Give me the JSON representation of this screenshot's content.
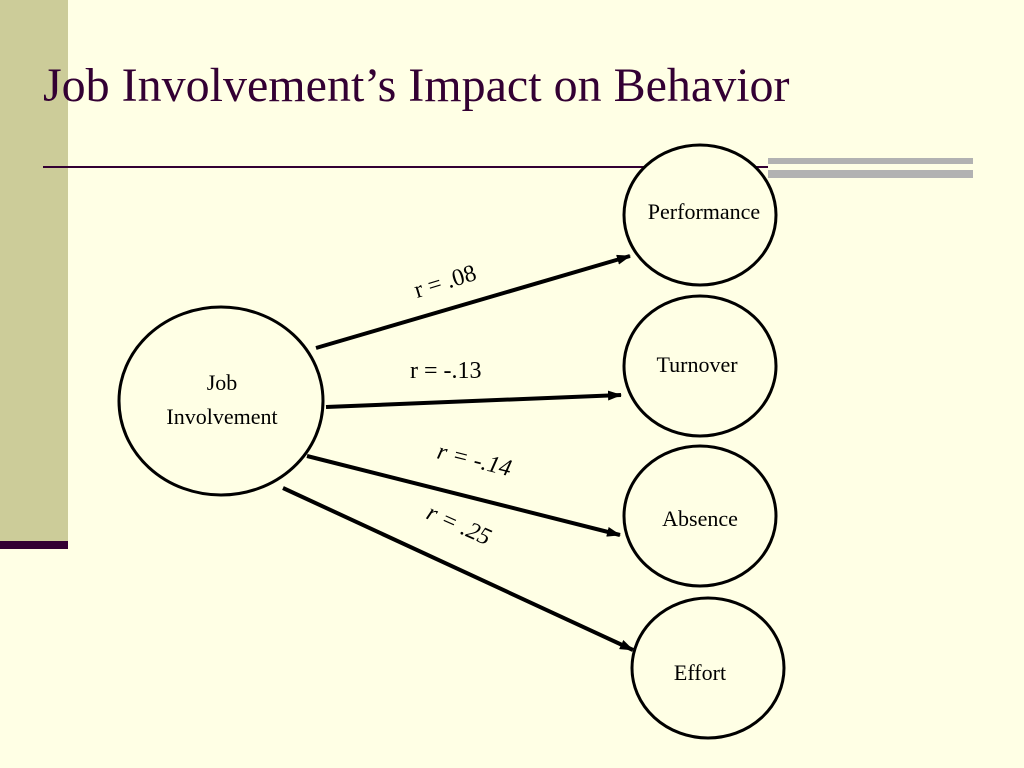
{
  "slide": {
    "title": "Job Involvement’s Impact on Behavior"
  },
  "colors": {
    "background": "#FFFFE5",
    "left_bar": "#CCCC99",
    "title_text": "#330033",
    "rule": "#330033",
    "accent_bar": "#B2B2B2",
    "node_stroke": "#000000",
    "node_fill": "#FFFFE5",
    "edge": "#000000"
  },
  "diagram": {
    "source": {
      "id": "job-involvement",
      "label_lines": [
        "Job",
        "Involvement"
      ]
    },
    "targets": [
      {
        "id": "performance",
        "label": "Performance"
      },
      {
        "id": "turnover",
        "label": "Turnover"
      },
      {
        "id": "absence",
        "label": "Absence"
      },
      {
        "id": "effort",
        "label": "Effort"
      }
    ],
    "edges": [
      {
        "from": "job-involvement",
        "to": "performance",
        "label": "r = .08",
        "italic": false
      },
      {
        "from": "job-involvement",
        "to": "turnover",
        "label": "r = -.13",
        "italic": false
      },
      {
        "from": "job-involvement",
        "to": "absence",
        "label": "r = -.14",
        "italic": true
      },
      {
        "from": "job-involvement",
        "to": "effort",
        "label": "r = .25",
        "italic": true
      }
    ]
  }
}
